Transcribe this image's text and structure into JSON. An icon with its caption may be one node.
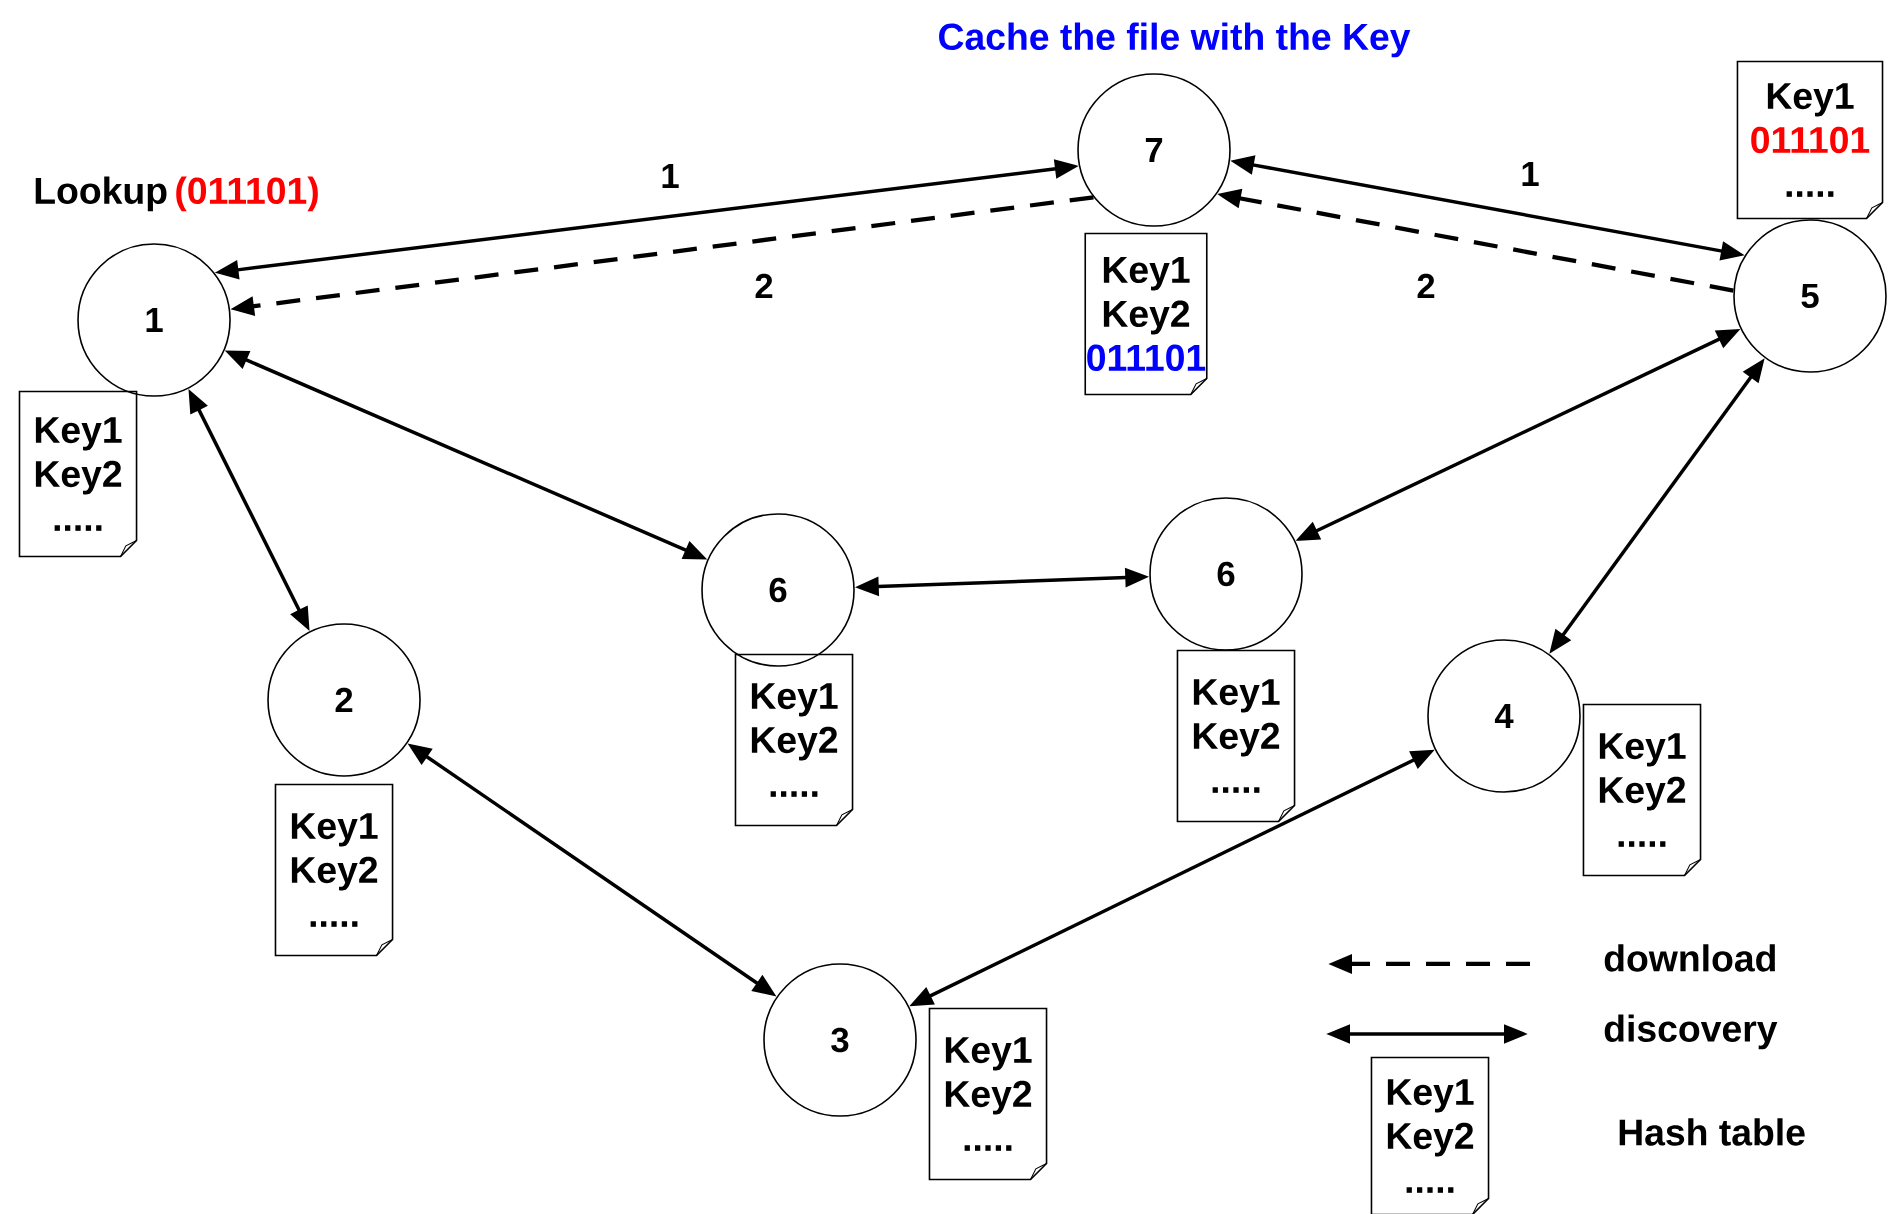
{
  "diagram": {
    "nodes": [
      {
        "text": [
          "7"
        ],
        "beside": [
          "Cache the file with the Key"
        ]
      },
      {
        "text": [
          "Key1",
          "Key2",
          "011101"
        ]
      },
      {
        "text": [
          "Key1",
          "011101",
          "....."
        ]
      },
      {
        "text": [
          "1"
        ],
        "beside": [
          "Lookup",
          "(011101)"
        ]
      },
      {
        "text": [
          "5"
        ]
      },
      {
        "text": [
          "Key1",
          "Key2",
          "....."
        ]
      },
      {
        "text": [
          "6"
        ]
      },
      {
        "text": [
          "6"
        ]
      },
      {
        "text": [
          "Key1",
          "Key2",
          "....."
        ]
      },
      {
        "text": [
          "Key1",
          "Key2",
          "....."
        ]
      },
      {
        "text": [
          "2"
        ]
      },
      {
        "text": [
          "4"
        ]
      },
      {
        "text": [
          "Key1",
          "Key2",
          "....."
        ]
      },
      {
        "text": [
          "Key1",
          "Key2",
          "....."
        ]
      },
      {
        "text": [
          "3"
        ]
      },
      {
        "text": [
          "Key1",
          "Key2",
          "....."
        ]
      }
    ],
    "edges": [
      {
        "from": 0,
        "to": 3,
        "arrow": "both",
        "label": "1"
      },
      {
        "from": 0,
        "to": 3,
        "arrow": "to",
        "label": "2",
        "style": "dashed"
      },
      {
        "from": 0,
        "to": 4,
        "arrow": "both",
        "label": "1"
      },
      {
        "from": 4,
        "to": 0,
        "arrow": "to",
        "label": "2",
        "style": "dashed"
      },
      {
        "from": 3,
        "to": 6,
        "arrow": "both"
      },
      {
        "from": 3,
        "to": 10,
        "arrow": "both"
      },
      {
        "from": 6,
        "to": 7,
        "arrow": "both"
      },
      {
        "from": 7,
        "to": 4,
        "arrow": "both"
      },
      {
        "from": 10,
        "to": 14,
        "arrow": "both"
      },
      {
        "from": 14,
        "to": 11,
        "arrow": "both"
      },
      {
        "from": 11,
        "to": 4,
        "arrow": "both"
      }
    ],
    "labels": [
      "Key1",
      "Key2",
      "....."
    ],
    "legend": [
      {
        "text": "download"
      },
      {
        "text": "discovery"
      },
      {
        "text": "Hash table"
      }
    ]
  }
}
